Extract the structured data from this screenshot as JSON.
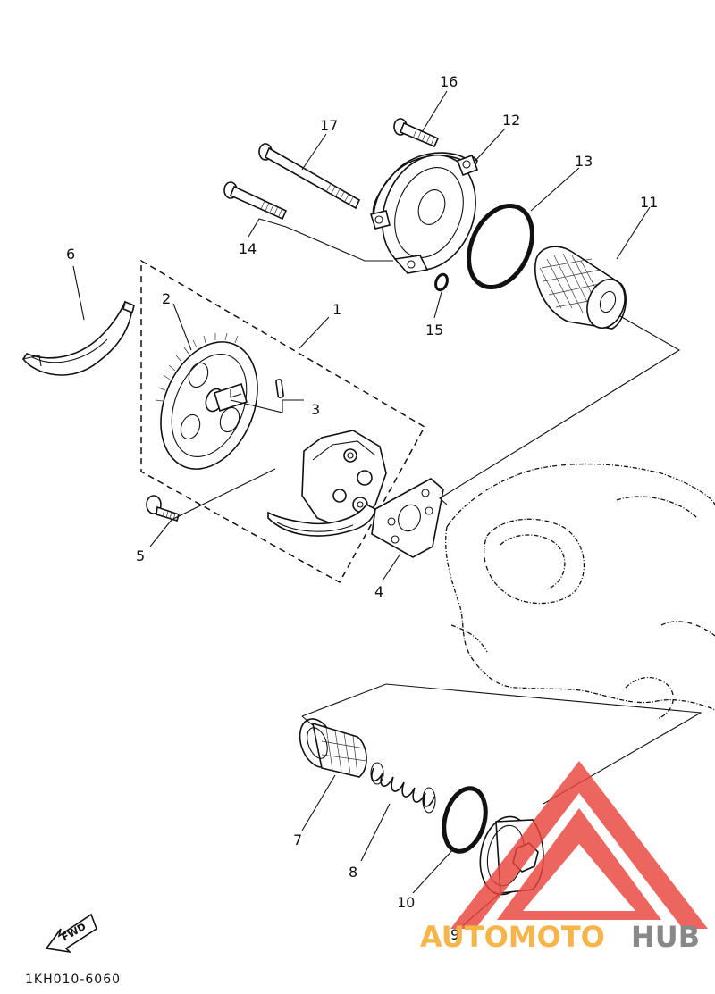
{
  "diagram": {
    "part_numbers": [
      "1",
      "2",
      "3",
      "4",
      "5",
      "6",
      "7",
      "8",
      "9",
      "10",
      "11",
      "12",
      "13",
      "14",
      "15",
      "16",
      "17"
    ],
    "direction_label": "FWD",
    "diagram_code": "1KH010-6060"
  },
  "watermark": {
    "text_part1": "AUTOMOTO",
    "text_part2": "HUB",
    "colors": {
      "accent": "#e8453c",
      "orange": "#f5a623",
      "gray": "#6f6f6f"
    }
  }
}
